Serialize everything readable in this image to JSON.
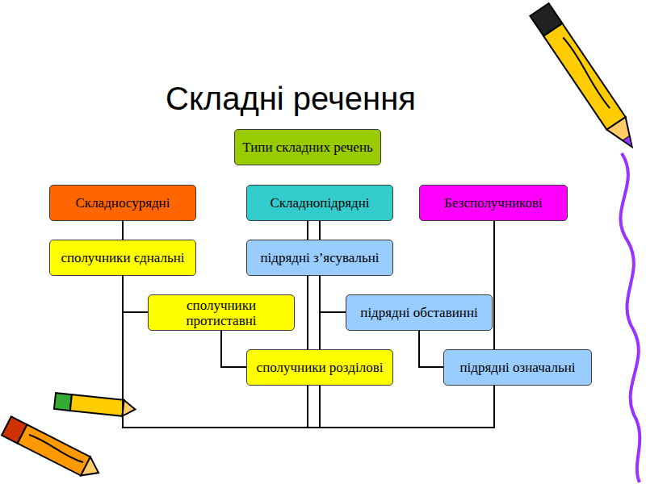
{
  "diagram": {
    "title": "Складні речення",
    "nodes": [
      {
        "text": [
          "Типи складних речень"
        ]
      },
      {
        "text": [
          "Складносурядні"
        ]
      },
      {
        "text": [
          "Складнопідрядні"
        ]
      },
      {
        "text": [
          "Безсполучникові"
        ]
      },
      {
        "text": [
          "сполучники єднальні"
        ]
      },
      {
        "text": [
          "підрядні з’ясувальні"
        ]
      },
      {
        "text": [
          "сполучники протиставні"
        ]
      },
      {
        "text": [
          "підрядні обставинні"
        ]
      },
      {
        "text": [
          "сполучники розділові"
        ]
      },
      {
        "text": [
          "підрядні означальні"
        ]
      }
    ],
    "edges": [
      {
        "from": 1,
        "to": 4,
        "arrow": "none"
      },
      {
        "from": 1,
        "to": 6,
        "arrow": "none"
      },
      {
        "from": 6,
        "to": 8,
        "arrow": "none"
      },
      {
        "from": 2,
        "to": 5,
        "arrow": "none"
      },
      {
        "from": 2,
        "to": 7,
        "arrow": "none"
      },
      {
        "from": 7,
        "to": 9,
        "arrow": "none"
      },
      {
        "from": 2,
        "to": 8,
        "arrow": "none"
      },
      {
        "from": 1,
        "to": 3,
        "arrow": "none"
      },
      {
        "from": 2,
        "to": 3,
        "arrow": "none"
      }
    ]
  }
}
